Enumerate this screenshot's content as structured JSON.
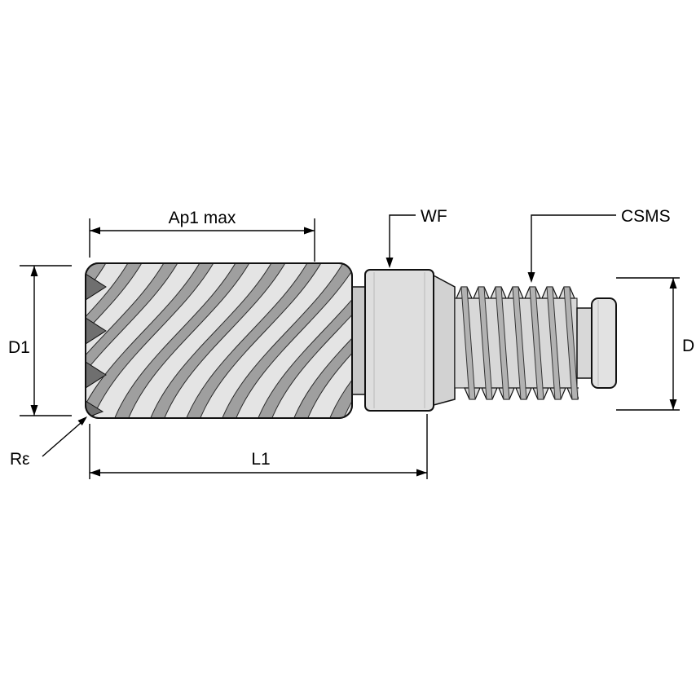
{
  "figure": {
    "type": "technical-dimension-drawing",
    "labels": {
      "ap1_max": "Ap1 max",
      "wf": "WF",
      "csms": "CSMS",
      "d1": "D1",
      "d": "D",
      "corner_radius": "Rε",
      "l1": "L1"
    },
    "colors": {
      "background": "#ffffff",
      "outline": "#111111",
      "body": "#e4e4e4",
      "body_mid": "#d8d8d8",
      "groove": "#c8c8c8",
      "flute": "#9f9f9f",
      "end_tooth": "#6f6f6f",
      "thread_ridge": "#b2b2b2",
      "dimension": "#000000"
    }
  }
}
